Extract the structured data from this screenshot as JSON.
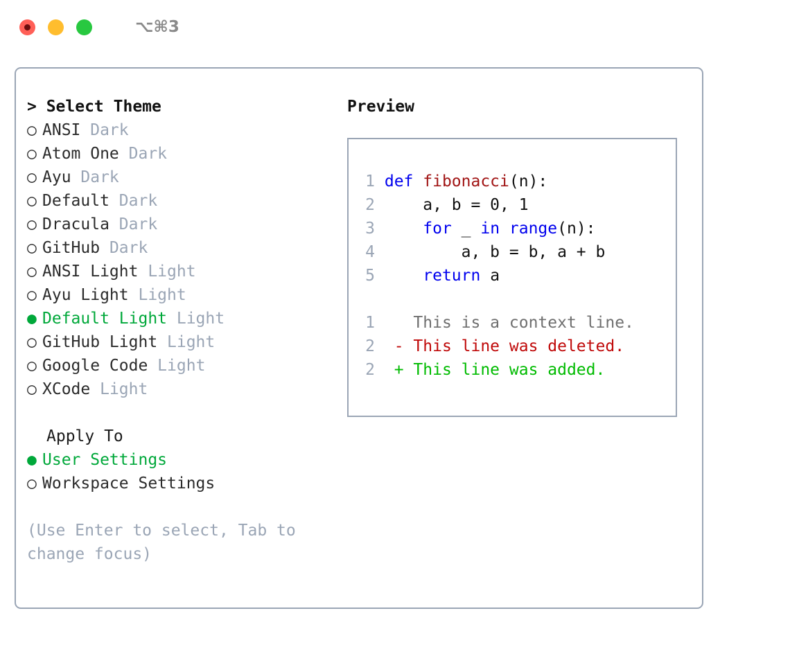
{
  "titlebar": {
    "shortcut": "⌥⌘3",
    "lights": [
      {
        "name": "close",
        "color": "#ff5f57"
      },
      {
        "name": "minimize",
        "color": "#ffbd2e"
      },
      {
        "name": "zoom",
        "color": "#28c840"
      }
    ]
  },
  "theme_panel": {
    "heading": "> Select Theme",
    "selected_bullet": "●",
    "unselected_bullet": "○",
    "accent_color": "#00a83a",
    "items": [
      {
        "bullet": "○",
        "name": "ANSI",
        "tag": "Dark",
        "selected": false
      },
      {
        "bullet": "○",
        "name": "Atom One",
        "tag": "Dark",
        "selected": false
      },
      {
        "bullet": "○",
        "name": "Ayu",
        "tag": "Dark",
        "selected": false
      },
      {
        "bullet": "○",
        "name": "Default",
        "tag": "Dark",
        "selected": false
      },
      {
        "bullet": "○",
        "name": "Dracula",
        "tag": "Dark",
        "selected": false
      },
      {
        "bullet": "○",
        "name": "GitHub",
        "tag": "Dark",
        "selected": false
      },
      {
        "bullet": "○",
        "name": "ANSI Light",
        "tag": "Light",
        "selected": false
      },
      {
        "bullet": "○",
        "name": "Ayu Light",
        "tag": "Light",
        "selected": false
      },
      {
        "bullet": "●",
        "name": "Default Light",
        "tag": "Light",
        "selected": true
      },
      {
        "bullet": "○",
        "name": "GitHub Light",
        "tag": "Light",
        "selected": false
      },
      {
        "bullet": "○",
        "name": "Google Code",
        "tag": "Light",
        "selected": false
      },
      {
        "bullet": "○",
        "name": "XCode",
        "tag": "Light",
        "selected": false
      }
    ]
  },
  "apply_to": {
    "heading": "Apply To",
    "items": [
      {
        "bullet": "●",
        "name": "User Settings",
        "selected": true
      },
      {
        "bullet": "○",
        "name": "Workspace Settings",
        "selected": false
      }
    ]
  },
  "hint": "(Use Enter to select, Tab to change focus)",
  "preview": {
    "title": "Preview",
    "code_lines": [
      {
        "no": "1",
        "tokens": [
          {
            "t": "def ",
            "c": "kw"
          },
          {
            "t": "fibonacci",
            "c": "fn"
          },
          {
            "t": "(n):",
            "c": "pl"
          }
        ]
      },
      {
        "no": "2",
        "tokens": [
          {
            "t": "    a, b = 0, 1",
            "c": "pl"
          }
        ]
      },
      {
        "no": "3",
        "tokens": [
          {
            "t": "    ",
            "c": "pl"
          },
          {
            "t": "for",
            "c": "kw"
          },
          {
            "t": " _ ",
            "c": "pl"
          },
          {
            "t": "in range",
            "c": "kw"
          },
          {
            "t": "(n):",
            "c": "pl"
          }
        ]
      },
      {
        "no": "4",
        "tokens": [
          {
            "t": "        a, b = b, a + b",
            "c": "pl"
          }
        ]
      },
      {
        "no": "5",
        "tokens": [
          {
            "t": "    ",
            "c": "pl"
          },
          {
            "t": "return",
            "c": "kw"
          },
          {
            "t": " a",
            "c": "pl"
          }
        ]
      }
    ],
    "diff_lines": [
      {
        "no": "1",
        "marker": " ",
        "text": " This is a context line.",
        "kind": "context"
      },
      {
        "no": "2",
        "marker": "-",
        "text": " This line was deleted.",
        "kind": "deleted"
      },
      {
        "no": "2",
        "marker": "+",
        "text": " This line was added.",
        "kind": "added"
      }
    ]
  }
}
